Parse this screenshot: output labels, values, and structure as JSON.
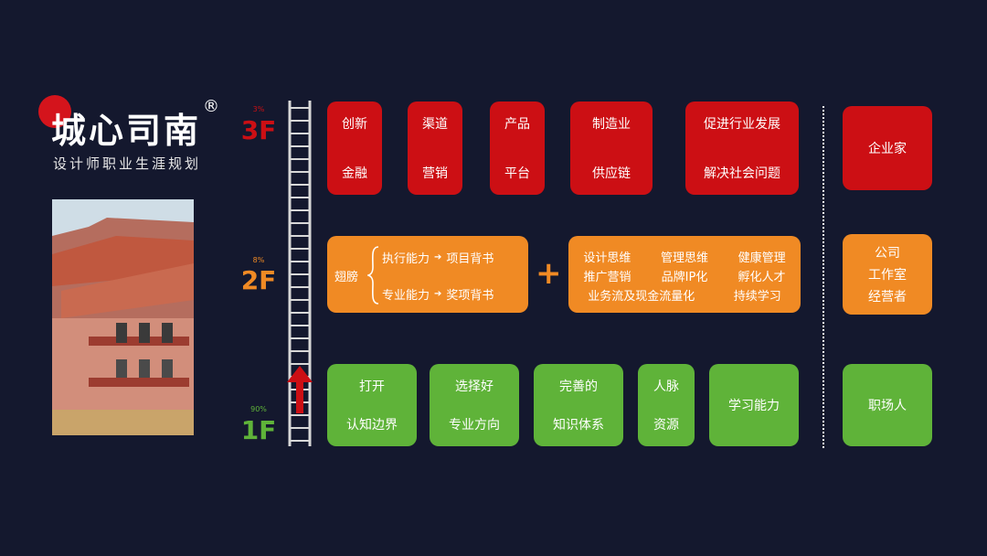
{
  "brand": {
    "name": "城心司南",
    "registered": "®",
    "tagline": "设计师职业生涯规划"
  },
  "floors": [
    {
      "pct": "3%",
      "label": "3F",
      "color": "#cc0f14"
    },
    {
      "pct": "8%",
      "label": "2F",
      "color": "#f08a24"
    },
    {
      "pct": "90%",
      "label": "1F",
      "color": "#5fb339"
    }
  ],
  "floor3": [
    {
      "line1": "创新",
      "line2": "金融"
    },
    {
      "line1": "渠道",
      "line2": "营销"
    },
    {
      "line1": "产品",
      "line2": "平台"
    },
    {
      "line1": "制造业",
      "line2": "供应链"
    },
    {
      "line1": "促进行业发展",
      "line2": "解决社会问题"
    }
  ],
  "floor2": {
    "wing_label": "翅膀",
    "wing_rows": [
      {
        "left": "执行能力",
        "arrow": "➔",
        "right": "项目背书"
      },
      {
        "left": "专业能力",
        "arrow": "➔",
        "right": "奖项背书"
      }
    ],
    "plus": "+",
    "thinking": [
      [
        "设计思维",
        "管理思维",
        "健康管理"
      ],
      [
        "推广营销",
        "品牌IP化",
        "孵化人才"
      ],
      [
        "业务流及现金流量化",
        "持续学习"
      ]
    ]
  },
  "floor1": [
    {
      "line1": "打开",
      "line2": "认知边界"
    },
    {
      "line1": "选择好",
      "line2": "专业方向"
    },
    {
      "line1": "完善的",
      "line2": "知识体系"
    },
    {
      "line1": "人脉",
      "line2": "资源"
    },
    {
      "line1": "学习能力",
      "line2": ""
    }
  ],
  "roles": {
    "f3": "企业家",
    "f2": [
      "公司",
      "工作室",
      "经营者"
    ],
    "f1": "职场人"
  }
}
